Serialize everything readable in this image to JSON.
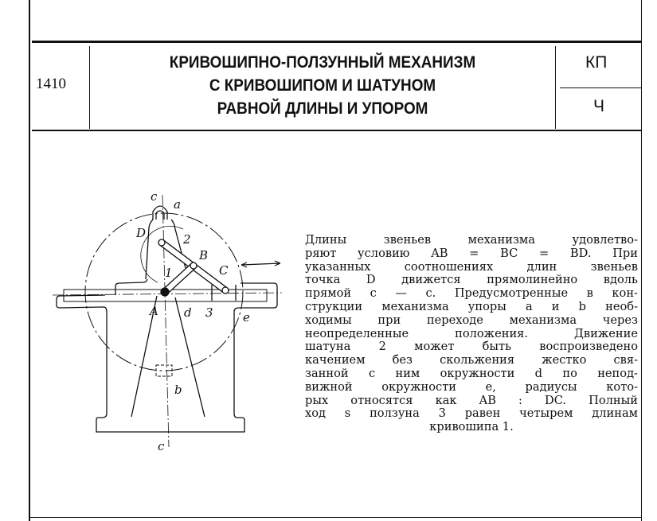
{
  "header": {
    "number": "1410",
    "title_lines": [
      "КРИВОШИПНО-ПОЛЗУННЫЙ МЕХАНИЗМ",
      "С КРИВОШИПОМ И ШАТУНОМ",
      "РАВНОЙ ДЛИНЫ И УПОРОМ"
    ],
    "class_code": "КП",
    "subclass_code": "Ч"
  },
  "figure": {
    "labels": {
      "c_top": "c",
      "a": "a",
      "D": "D",
      "two": "2",
      "B": "B",
      "C": "C",
      "one": "1",
      "A": "A",
      "d": "d",
      "three": "3",
      "e": "e",
      "b": "b",
      "c_bottom": "c"
    }
  },
  "description": {
    "lines": [
      "Длины звеньев механизма удовлетво-",
      "ряют условию AB = BC = BD. При",
      "указанных соотношениях длин звеньев",
      "точка D движется прямолинейно вдоль",
      "прямой c — c. Предусмотренные в кон-",
      "струкции механизма упоры a и b необ-",
      "ходимы при переходе механизма через",
      "неопределенные положения. Движение",
      "шатуна 2 может быть воспроизведено",
      "качением без скольжения жестко свя-",
      "занной с ним окружности d по непод-",
      "вижной окружности e, радиусы кото-",
      "рых относятся как AB : DC. Полный",
      "ход s ползуна 3 равен четырем длинам",
      "кривошипа 1."
    ]
  }
}
